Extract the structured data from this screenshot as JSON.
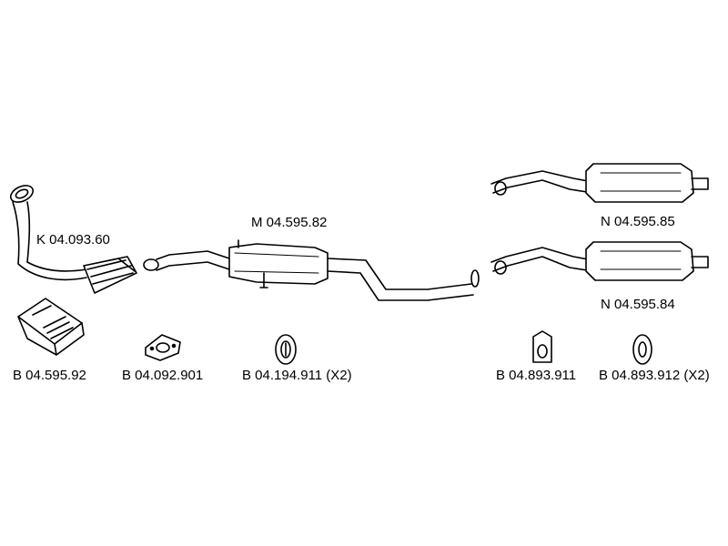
{
  "parts": {
    "front_pipe_catalyst": {
      "code": "K 04.093.60"
    },
    "middle_silencer": {
      "code": "M 04.595.82"
    },
    "rear_silencer_upper": {
      "code": "N 04.595.85"
    },
    "rear_silencer_lower": {
      "code": "N 04.595.84"
    },
    "mounting_kit": {
      "code": "B 04.595.92"
    },
    "flange_gasket": {
      "code": "B 04.092.901"
    },
    "rubber_hanger_oval": {
      "code": "B 04.194.911 (X2)"
    },
    "rubber_hanger_bracket": {
      "code": "B 04.893.911"
    },
    "rubber_ring": {
      "code": "B 04.893.912 (X2)"
    }
  }
}
